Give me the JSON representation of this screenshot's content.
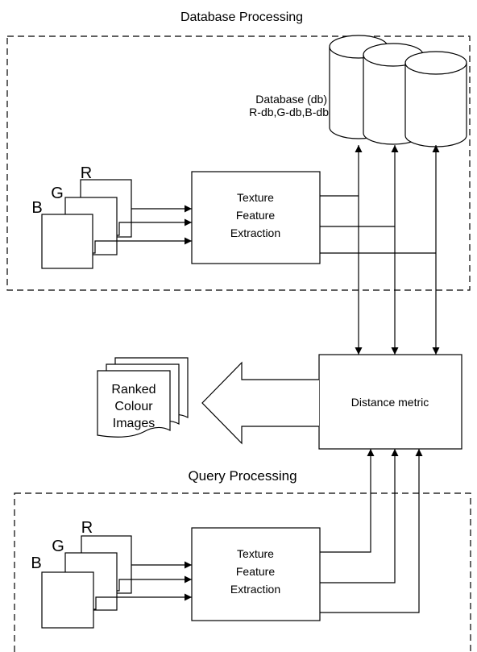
{
  "database_panel": {
    "title": "Database Processing",
    "database_label_line1": "Database (db)",
    "database_label_line2": "R-db,G-db,B-db",
    "channel_r": "R",
    "channel_g": "G",
    "channel_b": "B",
    "extraction_line1": "Texture",
    "extraction_line2": "Feature",
    "extraction_line3": "Extraction"
  },
  "distance_box": {
    "label": "Distance metric"
  },
  "output": {
    "line1": "Ranked",
    "line2": "Colour",
    "line3": "Images"
  },
  "query_panel": {
    "title": "Query Processing",
    "channel_r": "R",
    "channel_g": "G",
    "channel_b": "B",
    "extraction_line1": "Texture",
    "extraction_line2": "Feature",
    "extraction_line3": "Extraction"
  }
}
